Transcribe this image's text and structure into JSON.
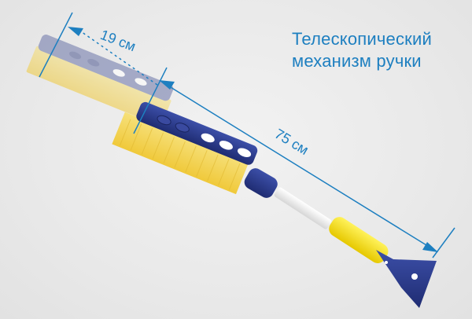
{
  "caption": {
    "line1": "Телескопический",
    "line2": "механизм ручки"
  },
  "dimensions": {
    "short": {
      "label": "19 см"
    },
    "long": {
      "label": "75 см"
    }
  },
  "colors": {
    "annotation": "#1d7fc0",
    "handle_blue": "#2a3a8c",
    "bristle_yellow": "#f3d55a",
    "grip_yellow": "#f2e21a",
    "tube_white": "#f7f7f7",
    "background": "#ececec"
  },
  "product": {
    "name": "snow-brush-with-scraper"
  }
}
